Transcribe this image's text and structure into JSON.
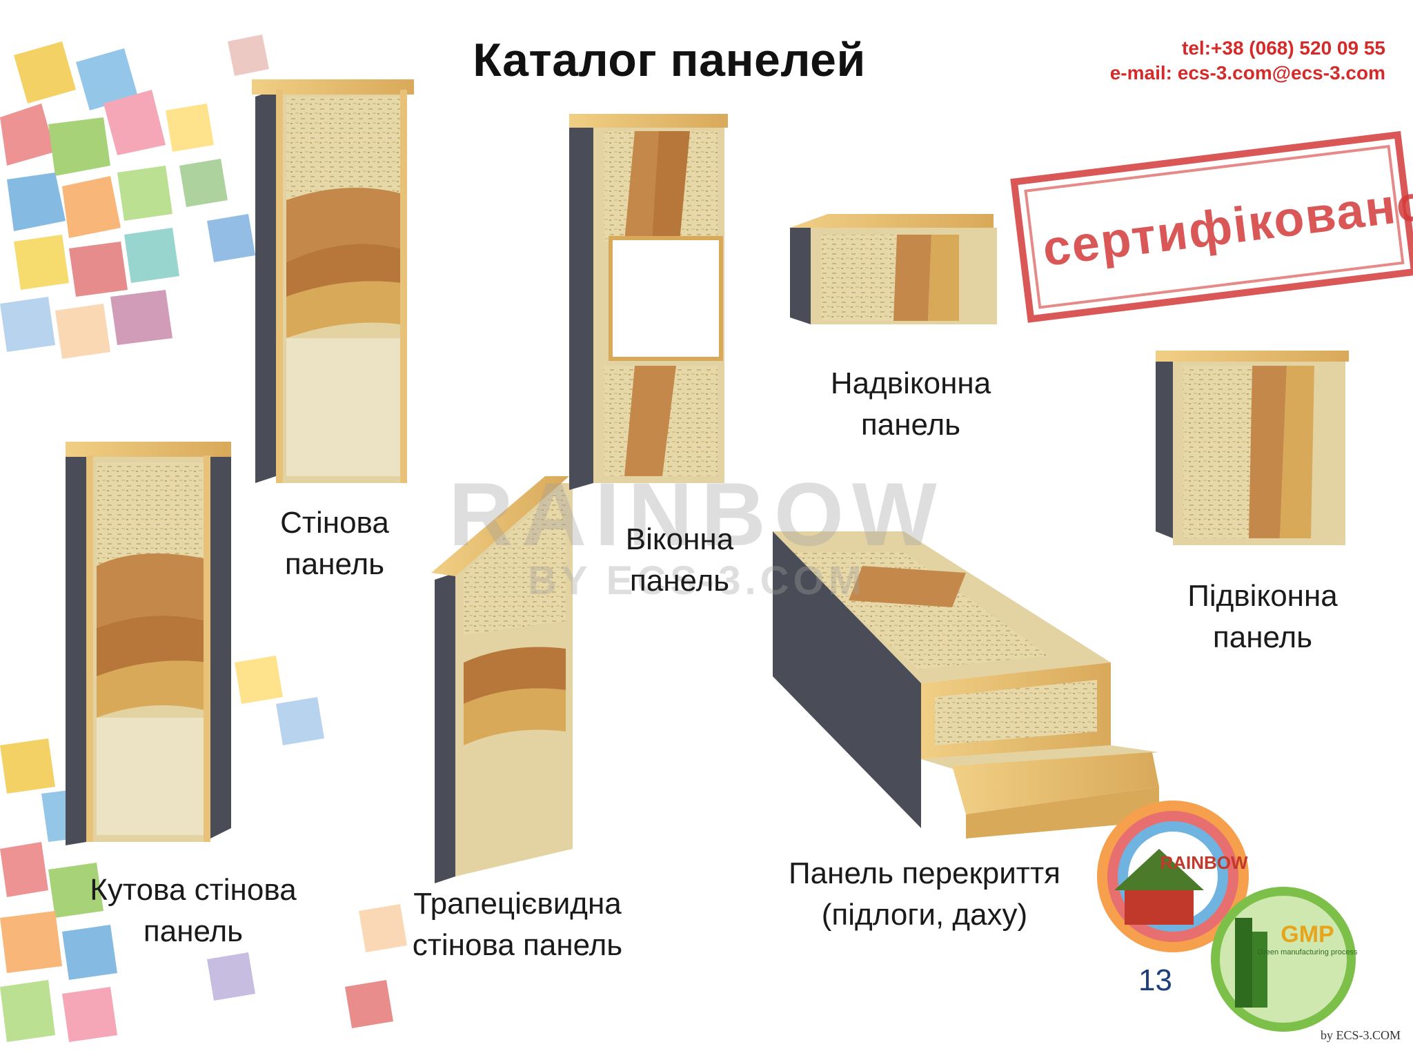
{
  "title": "Каталог панелей",
  "contact": {
    "tel": "tel:+38 (068) 520 09 55",
    "email": "e-mail: ecs-3.com@ecs-3.com"
  },
  "stamp": {
    "text": "сертифіковано",
    "color": "#d33a3a"
  },
  "watermark": {
    "line1": "RAINBOW",
    "line2": "BY ECS-3.COM"
  },
  "panels": {
    "wall": {
      "line1": "Стінова",
      "line2": "панель"
    },
    "corner": {
      "line1": "Кутова стінова",
      "line2": "панель"
    },
    "trapezoid": {
      "line1": "Трапецієвидна",
      "line2": "стінова панель"
    },
    "window": {
      "line1": "Віконна",
      "line2": "панель"
    },
    "above_window": {
      "line1": "Надвіконна",
      "line2": "панель"
    },
    "below_window": {
      "line1": "Підвіконна",
      "line2": "панель"
    },
    "floor": {
      "line1": "Панель перекриття",
      "line2": "(підлоги, даху)"
    }
  },
  "logos": {
    "rainbow": "RAINBOW",
    "gmp": "GMP",
    "gmp_sub": "Green manufacturing process",
    "byline": "by ECS-3.COM"
  },
  "page_number": "13",
  "colors": {
    "contact": "#d42a2a",
    "wood_light": "#e9c27a",
    "osb": "#e3d3a3",
    "brown": "#b8773a",
    "dark_edge": "#4a4d57"
  }
}
